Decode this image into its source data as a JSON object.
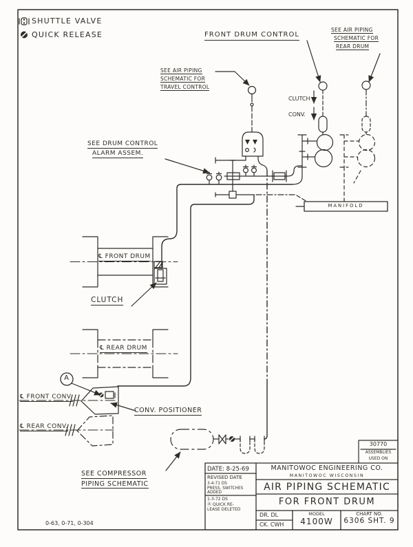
{
  "colors": {
    "ink": "#2f2b27",
    "paper": "#fdfcfa"
  },
  "legend": {
    "shuttle_valve": "SHUTTLE VALVE",
    "quick_release": "QUICK RELEASE"
  },
  "labels": {
    "front_drum_control": "FRONT DRUM CONTROL",
    "see_rear_drum": [
      "SEE AIR PIPING",
      "SCHEMATIC FOR",
      "REAR DRUM"
    ],
    "see_travel": [
      "SEE AIR PIPING",
      "SCHEMATIC FOR",
      "TRAVEL CONTROL"
    ],
    "see_alarm": [
      "SEE DRUM CONTROL",
      "ALARM ASSEM."
    ],
    "clutch_dir": "CLUTCH",
    "conv_dir": "CONV.",
    "manifold": "MANIFOLD",
    "cl_front_drum": "℄ FRONT DRUM",
    "clutch": "CLUTCH",
    "cl_rear_drum": "℄ REAR DRUM",
    "marker_a": "A",
    "cl_front_conv": "℄ FRONT CONV.",
    "conv_positioner": "CONV. POSITIONER",
    "cl_rear_conv": "℄ REAR CONV.",
    "see_compressor": [
      "SEE COMPRESSOR",
      "PIPING SCHEMATIC"
    ]
  },
  "assemblies_box": {
    "number": "30770",
    "line1": "ASSEMBLIES",
    "line2": "USED ON"
  },
  "title_block": {
    "date": "DATE: 8-25-69",
    "revised_label": "REVISED DATE",
    "revision1": [
      "3-4-71 DS",
      "PRESS. SWITCHES",
      "ADDED"
    ],
    "revision2": [
      "1-3-72 DS",
      "Ⓐ QUICK RE-",
      "LEASE DELETED"
    ],
    "company": "MANITOWOC ENGINEERING CO.",
    "city": "MANITOWOC WISCONSIN",
    "title_line1": "AIR PIPING SCHEMATIC",
    "title_line2": "FOR FRONT DRUM",
    "drawn_by": "DR. DL",
    "checked_by": "CK. CWH",
    "model_label": "MODEL",
    "model": "4100W",
    "chart_label": "CHART NO.",
    "chart": "6306 SHT. 9"
  },
  "footer_note": "0-63, 0-71, 0-304"
}
